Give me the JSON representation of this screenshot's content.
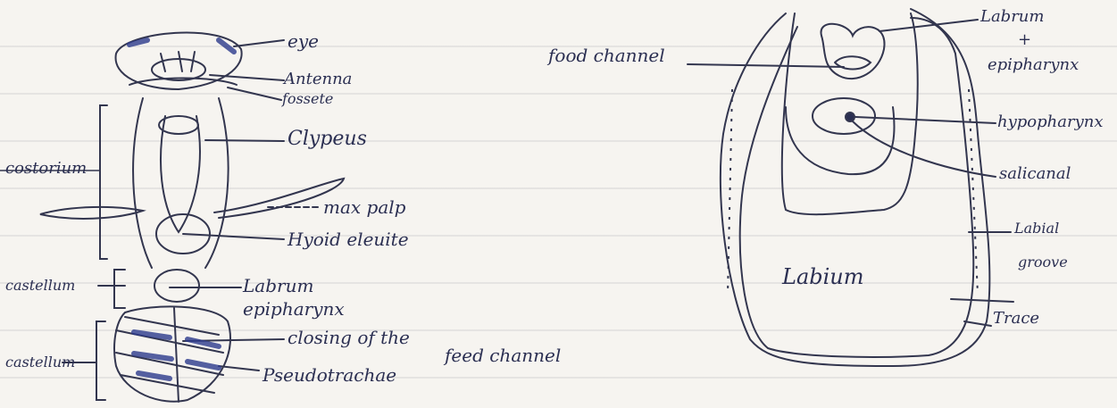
{
  "left_labels": {
    "eye": "eye",
    "antenna": "Antenna",
    "fossette": "fossete",
    "clypeus": "Clypeus",
    "costorium": "costorium",
    "max_palp": "max palp",
    "hyoid_elevate": "Hyoid eleuite",
    "castellum": "castellum",
    "labrum": "Labrum",
    "epipharynx": "epipharynx",
    "closing": "closing of the",
    "feed_channel": "feed channel",
    "pseudotrachae": "Pseudotrachae",
    "castellum2": "castellum"
  },
  "right_labels": {
    "food_channel": "food channel",
    "labrum": "Labrum",
    "plus": "+",
    "epipharynx": "epipharynx",
    "hypopharynx": "hypopharynx",
    "salicanal": "salicanal",
    "labial": "Labial",
    "groove": "groove",
    "labium": "Labium",
    "trace": "Trace"
  },
  "colors": {
    "ink": "#2b2f52",
    "pencil": "#3a3a44"
  }
}
